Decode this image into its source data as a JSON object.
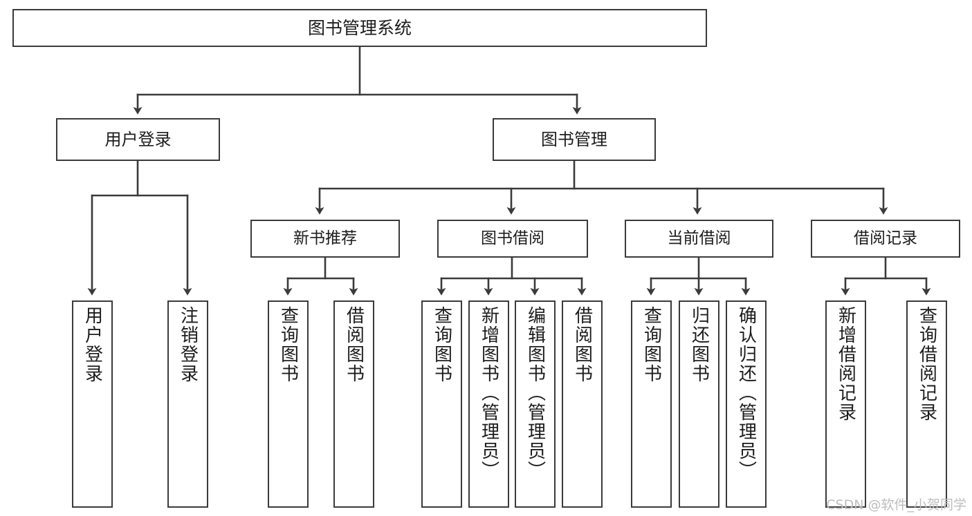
{
  "diagram": {
    "type": "tree-hierarchy",
    "title": "图书管理系统",
    "orientation": "top-down",
    "stroke_color": "#3a3a3a",
    "fill_color": "#ffffff",
    "text_color": "#1c1c1c"
  },
  "nodes": {
    "root": {
      "label": "图书管理系统"
    },
    "level2": [
      {
        "label": "用户登录"
      },
      {
        "label": "图书管理"
      }
    ],
    "level3": [
      {
        "label": "新书推荐"
      },
      {
        "label": "图书借阅"
      },
      {
        "label": "当前借阅"
      },
      {
        "label": "借阅记录"
      }
    ],
    "leaves": [
      {
        "label": "用户登录",
        "parent": "用户登录"
      },
      {
        "label": "注销登录",
        "parent": "用户登录"
      },
      {
        "label": "查询图书",
        "parent": "新书推荐"
      },
      {
        "label": "借阅图书",
        "parent": "新书推荐"
      },
      {
        "label": "查询图书",
        "parent": "图书借阅"
      },
      {
        "label": "新增图书（管理员）",
        "parent": "图书借阅"
      },
      {
        "label": "编辑图书（管理员）",
        "parent": "图书借阅"
      },
      {
        "label": "借阅图书",
        "parent": "图书借阅"
      },
      {
        "label": "查询图书",
        "parent": "当前借阅"
      },
      {
        "label": "归还图书",
        "parent": "当前借阅"
      },
      {
        "label": "确认归还（管理员）",
        "parent": "当前借阅"
      },
      {
        "label": "新增借阅记录",
        "parent": "借阅记录"
      },
      {
        "label": "查询借阅记录",
        "parent": "借阅记录"
      }
    ]
  },
  "watermark": {
    "text": "CSDN @软件_小贺同学"
  }
}
